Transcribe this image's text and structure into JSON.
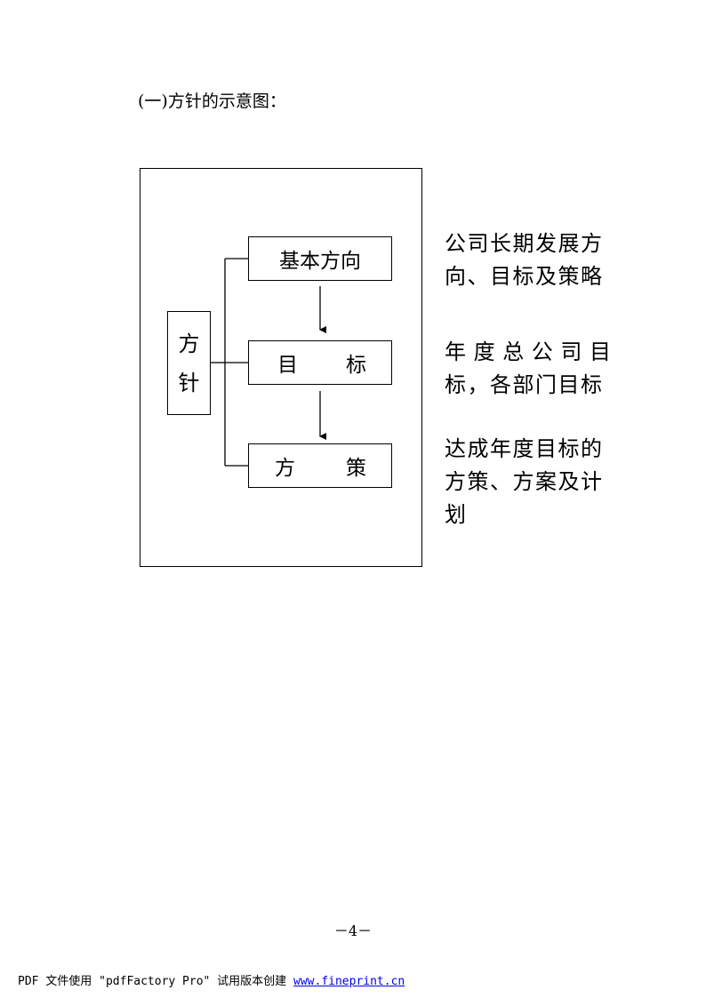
{
  "heading": "(一)方针的示意图：",
  "diagram": {
    "center_label_line1": "方",
    "center_label_line2": "针",
    "box_basic": "基本方向",
    "box_goal_a": "目",
    "box_goal_b": "标",
    "box_policy_a": "方",
    "box_policy_b": "策"
  },
  "descriptions": {
    "d1_line1": "公司长期发展方",
    "d1_line2": "向、目标及策略",
    "d2_line1": "年度总公司目",
    "d2_line2": "标，各部门目标",
    "d3_line1": "达成年度目标的",
    "d3_line2": "方策、方案及计",
    "d3_line3": "划"
  },
  "page_number": "－4－",
  "footer": {
    "text": "PDF 文件使用 \"pdfFactory Pro\" 试用版本创建 ",
    "link_text": "www.fineprint.cn"
  }
}
